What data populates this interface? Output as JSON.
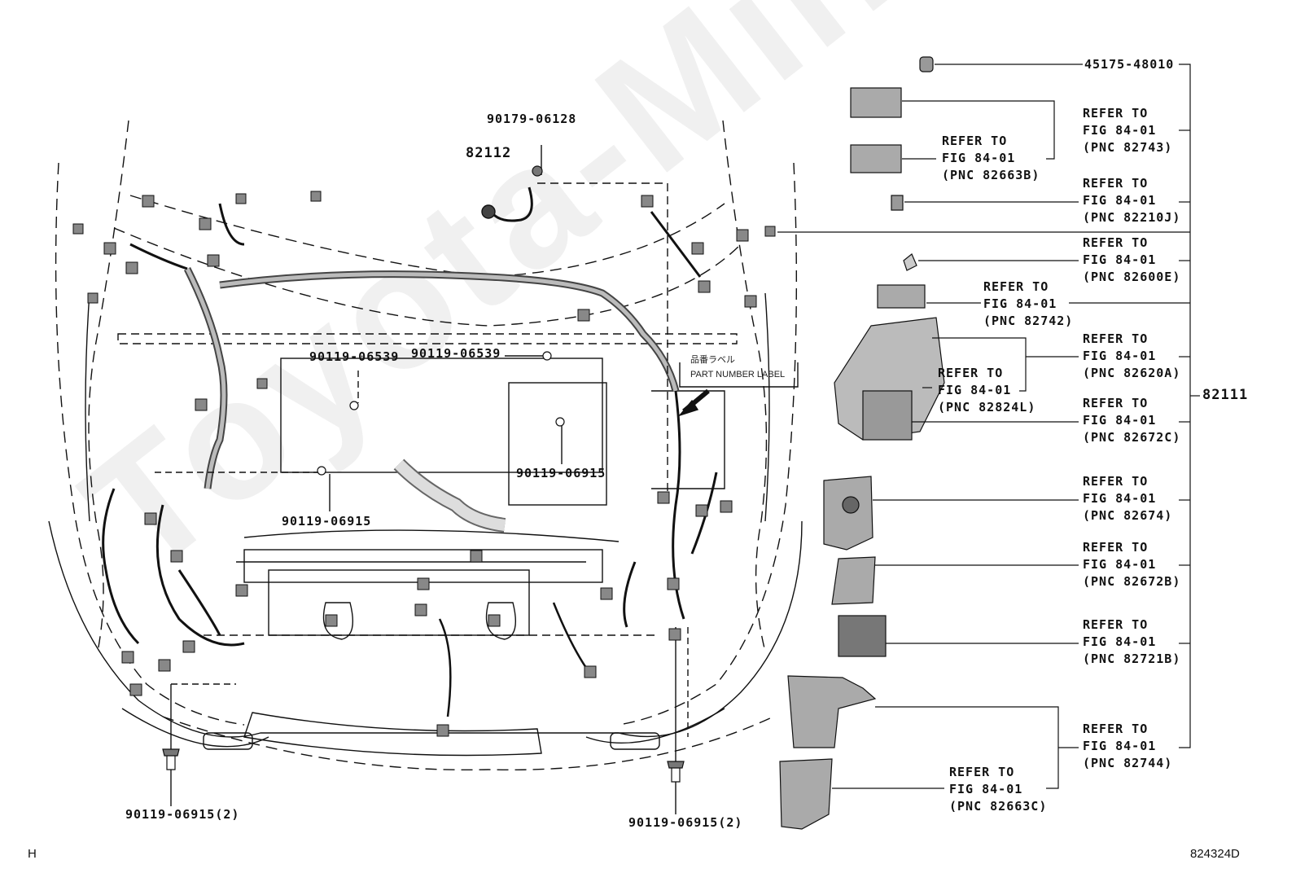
{
  "watermark": "Toyota-Mine.ru",
  "diagram": {
    "figure_code": "824324D",
    "corner_mark": "H",
    "part_number_label_jp": "品番ラベル",
    "part_number_label_en": "PART NUMBER LABEL",
    "main_assembly": "82111",
    "sub_assembly": "82112",
    "parts": {
      "p45175": "45175-48010",
      "p90179": "90179-06128",
      "p90119_06539_a": "90119-06539",
      "p90119_06539_b": "90119-06539",
      "p90119_06915_a": "90119-06915",
      "p90119_06915_b": "90119-06915",
      "p90119_06915_2a": "90119-06915(2)",
      "p90119_06915_2b": "90119-06915(2)"
    },
    "refs": {
      "r82743": "REFER TO\nFIG 84-01\n(PNC 82743)",
      "r82663B": "REFER TO\nFIG 84-01\n(PNC 82663B)",
      "r82210J": "REFER TO\nFIG 84-01\n(PNC 82210J)",
      "r82600E": "REFER TO\nFIG 84-01\n(PNC 82600E)",
      "r82742": "REFER TO\nFIG 84-01\n(PNC 82742)",
      "r82620A": "REFER TO\nFIG 84-01\n(PNC 82620A)",
      "r82824L": "REFER TO\nFIG 84-01\n(PNC 82824L)",
      "r82672C": "REFER TO\nFIG 84-01\n(PNC 82672C)",
      "r82674": "REFER TO\nFIG 84-01\n(PNC 82674)",
      "r82672B": "REFER TO\nFIG 84-01\n(PNC 82672B)",
      "r82721B": "REFER TO\nFIG 84-01\n(PNC 82721B)",
      "r82744": "REFER TO\nFIG 84-01\n(PNC 82744)",
      "r82663C": "REFER TO\nFIG 84-01\n(PNC 82663C)"
    }
  }
}
